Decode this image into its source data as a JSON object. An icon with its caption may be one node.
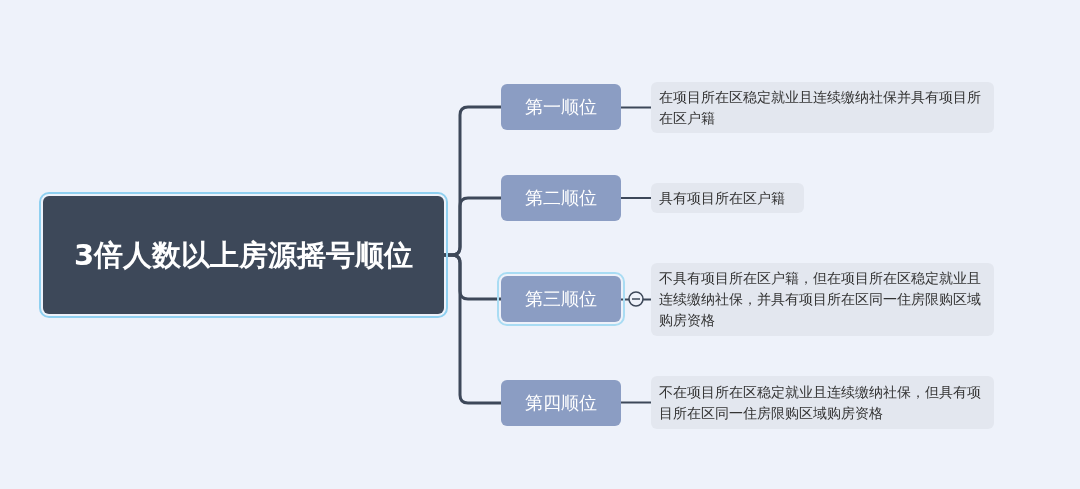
{
  "diagram": {
    "nodes": [
      {
        "text": [
          "3倍人数以上房源摇号顺位"
        ]
      },
      {
        "text": [
          "第一顺位"
        ]
      },
      {
        "text": [
          "第二顺位"
        ]
      },
      {
        "text": [
          "第三顺位"
        ]
      },
      {
        "text": [
          "第四顺位"
        ]
      },
      {
        "text": [
          "在项目所在区稳定就业且连续缴纳社保并具有项目所在区户籍"
        ]
      },
      {
        "text": [
          "具有项目所在区户籍"
        ]
      },
      {
        "text": [
          "不具有项目所在区户籍，但在项目所在区稳定就业且连续缴纳社保，并具有项目所在区同一住房限购区域购房资格"
        ]
      },
      {
        "text": [
          "不在项目所在区稳定就业且连续缴纳社保，但具有项目所在区同一住房限购区域购房资格"
        ]
      }
    ],
    "edges": [
      {
        "from": 0,
        "to": 1,
        "arrow": "none"
      },
      {
        "from": 0,
        "to": 2,
        "arrow": "none"
      },
      {
        "from": 0,
        "to": 3,
        "arrow": "none"
      },
      {
        "from": 0,
        "to": 4,
        "arrow": "none"
      },
      {
        "from": 1,
        "to": 5,
        "arrow": "none"
      },
      {
        "from": 2,
        "to": 6,
        "arrow": "none"
      },
      {
        "from": 3,
        "to": 7,
        "arrow": "none"
      },
      {
        "from": 4,
        "to": 8,
        "arrow": "none"
      }
    ]
  }
}
